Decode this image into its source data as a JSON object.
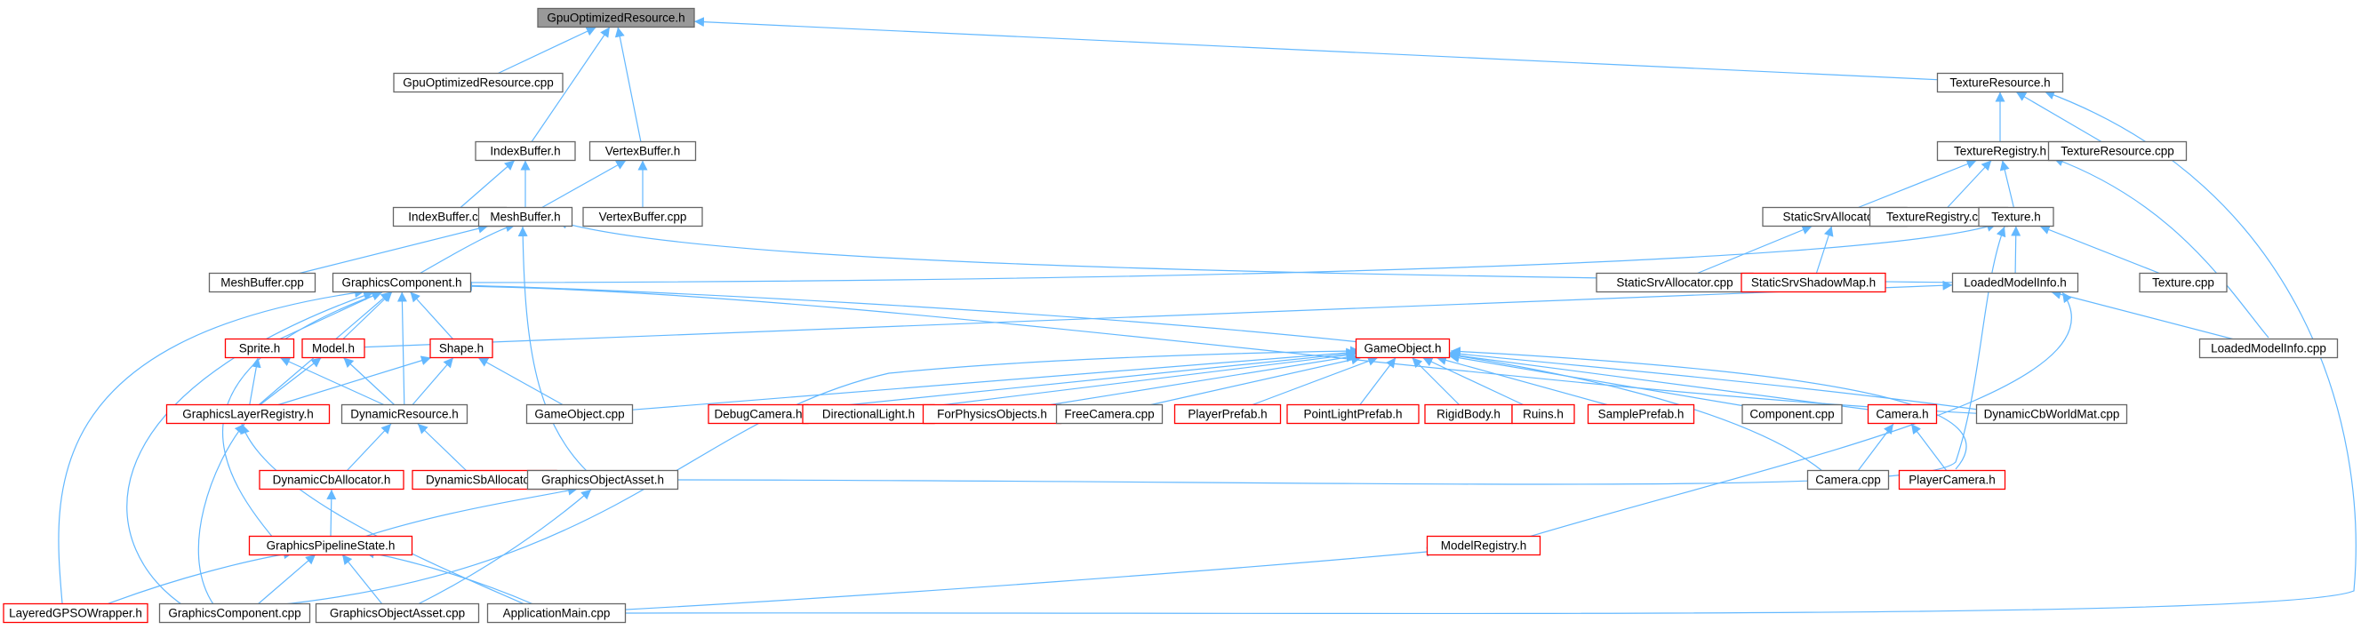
{
  "diagram": {
    "title": "",
    "colors": {
      "edge": "#63b8ff",
      "focus_fill": "#999999",
      "focus_border": "#666666",
      "normal_border": "#666666",
      "truncated_border": "#ff0000"
    },
    "nodes": [
      {
        "id": "gpu_h",
        "label": "GpuOptimizedResource.h",
        "style": "focus"
      },
      {
        "id": "gpu_cpp",
        "label": "GpuOptimizedResource.cpp",
        "style": "normal"
      },
      {
        "id": "texres_h",
        "label": "TextureResource.h",
        "style": "normal"
      },
      {
        "id": "texreg_h",
        "label": "TextureRegistry.h",
        "style": "normal"
      },
      {
        "id": "texres_cpp",
        "label": "TextureResource.cpp",
        "style": "normal"
      },
      {
        "id": "ib_h",
        "label": "IndexBuffer.h",
        "style": "normal"
      },
      {
        "id": "vb_h",
        "label": "VertexBuffer.h",
        "style": "normal"
      },
      {
        "id": "ib_cpp",
        "label": "IndexBuffer.cpp",
        "style": "normal"
      },
      {
        "id": "mb_h",
        "label": "MeshBuffer.h",
        "style": "normal"
      },
      {
        "id": "vb_cpp",
        "label": "VertexBuffer.cpp",
        "style": "normal"
      },
      {
        "id": "ssa_h",
        "label": "StaticSrvAllocator.h",
        "style": "normal"
      },
      {
        "id": "texreg_cpp",
        "label": "TextureRegistry.cpp",
        "style": "normal"
      },
      {
        "id": "tex_h",
        "label": "Texture.h",
        "style": "normal"
      },
      {
        "id": "mb_cpp",
        "label": "MeshBuffer.cpp",
        "style": "normal"
      },
      {
        "id": "gc_h",
        "label": "GraphicsComponent.h",
        "style": "normal"
      },
      {
        "id": "ssa_cpp",
        "label": "StaticSrvAllocator.cpp",
        "style": "normal"
      },
      {
        "id": "sssm_h",
        "label": "StaticSrvShadowMap.h",
        "style": "truncated"
      },
      {
        "id": "lmi_h",
        "label": "LoadedModelInfo.h",
        "style": "normal"
      },
      {
        "id": "tex_cpp",
        "label": "Texture.cpp",
        "style": "normal"
      },
      {
        "id": "sprite_h",
        "label": "Sprite.h",
        "style": "truncated"
      },
      {
        "id": "model_h",
        "label": "Model.h",
        "style": "truncated"
      },
      {
        "id": "shape_h",
        "label": "Shape.h",
        "style": "truncated"
      },
      {
        "id": "go_h",
        "label": "GameObject.h",
        "style": "truncated"
      },
      {
        "id": "lmi_cpp",
        "label": "LoadedModelInfo.cpp",
        "style": "normal"
      },
      {
        "id": "glr_h",
        "label": "GraphicsLayerRegistry.h",
        "style": "truncated"
      },
      {
        "id": "dr_h",
        "label": "DynamicResource.h",
        "style": "normal"
      },
      {
        "id": "go_cpp",
        "label": "GameObject.cpp",
        "style": "normal"
      },
      {
        "id": "dbgcam_h",
        "label": "DebugCamera.h",
        "style": "truncated"
      },
      {
        "id": "dirl_h",
        "label": "DirectionalLight.h",
        "style": "truncated"
      },
      {
        "id": "fpo_h",
        "label": "ForPhysicsObjects.h",
        "style": "truncated"
      },
      {
        "id": "freecam_cpp",
        "label": "FreeCamera.cpp",
        "style": "normal"
      },
      {
        "id": "pp_h",
        "label": "PlayerPrefab.h",
        "style": "truncated"
      },
      {
        "id": "plp_h",
        "label": "PointLightPrefab.h",
        "style": "truncated"
      },
      {
        "id": "rb_h",
        "label": "RigidBody.h",
        "style": "truncated"
      },
      {
        "id": "ruins_h",
        "label": "Ruins.h",
        "style": "truncated"
      },
      {
        "id": "sp_h",
        "label": "SamplePrefab.h",
        "style": "truncated"
      },
      {
        "id": "comp_cpp",
        "label": "Component.cpp",
        "style": "normal"
      },
      {
        "id": "cam_h",
        "label": "Camera.h",
        "style": "truncated"
      },
      {
        "id": "dcwm_cpp",
        "label": "DynamicCbWorldMat.cpp",
        "style": "normal"
      },
      {
        "id": "dca_h",
        "label": "DynamicCbAllocator.h",
        "style": "truncated"
      },
      {
        "id": "dsa_h",
        "label": "DynamicSbAllocator.h",
        "style": "truncated"
      },
      {
        "id": "goa_h",
        "label": "GraphicsObjectAsset.h",
        "style": "normal"
      },
      {
        "id": "cam_cpp",
        "label": "Camera.cpp",
        "style": "normal"
      },
      {
        "id": "pcam_h",
        "label": "PlayerCamera.h",
        "style": "truncated"
      },
      {
        "id": "gps_h",
        "label": "GraphicsPipelineState.h",
        "style": "truncated"
      },
      {
        "id": "mr_h",
        "label": "ModelRegistry.h",
        "style": "truncated"
      },
      {
        "id": "lgw_h",
        "label": "LayeredGPSOWrapper.h",
        "style": "truncated"
      },
      {
        "id": "gc_cpp",
        "label": "GraphicsComponent.cpp",
        "style": "normal"
      },
      {
        "id": "goa_cpp",
        "label": "GraphicsObjectAsset.cpp",
        "style": "normal"
      },
      {
        "id": "am_cpp",
        "label": "ApplicationMain.cpp",
        "style": "normal"
      }
    ],
    "edges": [
      [
        "gpu_cpp",
        "gpu_h"
      ],
      [
        "ib_h",
        "gpu_h"
      ],
      [
        "vb_h",
        "gpu_h"
      ],
      [
        "texres_h",
        "gpu_h"
      ],
      [
        "texreg_h",
        "texres_h"
      ],
      [
        "texres_cpp",
        "texres_h"
      ],
      [
        "am_cpp",
        "texres_h"
      ],
      [
        "ib_cpp",
        "ib_h"
      ],
      [
        "mb_h",
        "ib_h"
      ],
      [
        "mb_h",
        "vb_h"
      ],
      [
        "vb_cpp",
        "vb_h"
      ],
      [
        "mb_cpp",
        "mb_h"
      ],
      [
        "gc_h",
        "mb_h"
      ],
      [
        "lmi_h",
        "mb_h"
      ],
      [
        "goa_h",
        "mb_h"
      ],
      [
        "ssa_h",
        "texreg_h"
      ],
      [
        "texreg_cpp",
        "texreg_h"
      ],
      [
        "tex_h",
        "texreg_h"
      ],
      [
        "lmi_cpp",
        "texreg_h"
      ],
      [
        "ssa_cpp",
        "ssa_h"
      ],
      [
        "sssm_h",
        "ssa_h"
      ],
      [
        "gc_h",
        "tex_h"
      ],
      [
        "lmi_h",
        "tex_h"
      ],
      [
        "tex_cpp",
        "tex_h"
      ],
      [
        "goa_h",
        "tex_h"
      ],
      [
        "lmi_cpp",
        "lmi_h"
      ],
      [
        "model_h",
        "lmi_h"
      ],
      [
        "mr_h",
        "lmi_h"
      ],
      [
        "sprite_h",
        "gc_h"
      ],
      [
        "model_h",
        "gc_h"
      ],
      [
        "shape_h",
        "gc_h"
      ],
      [
        "go_h",
        "gc_h"
      ],
      [
        "glr_h",
        "gc_h"
      ],
      [
        "dr_h",
        "gc_h"
      ],
      [
        "dcwm_cpp",
        "gc_h"
      ],
      [
        "lgw_h",
        "gc_h"
      ],
      [
        "gc_cpp",
        "gc_h"
      ],
      [
        "gps_h",
        "gc_h"
      ],
      [
        "glr_h",
        "sprite_h"
      ],
      [
        "dr_h",
        "sprite_h"
      ],
      [
        "glr_h",
        "model_h"
      ],
      [
        "dr_h",
        "model_h"
      ],
      [
        "glr_h",
        "shape_h"
      ],
      [
        "dr_h",
        "shape_h"
      ],
      [
        "go_cpp",
        "shape_h"
      ],
      [
        "go_cpp",
        "go_h"
      ],
      [
        "dbgcam_h",
        "go_h"
      ],
      [
        "dirl_h",
        "go_h"
      ],
      [
        "fpo_h",
        "go_h"
      ],
      [
        "freecam_cpp",
        "go_h"
      ],
      [
        "pp_h",
        "go_h"
      ],
      [
        "plp_h",
        "go_h"
      ],
      [
        "rb_h",
        "go_h"
      ],
      [
        "ruins_h",
        "go_h"
      ],
      [
        "sp_h",
        "go_h"
      ],
      [
        "comp_cpp",
        "go_h"
      ],
      [
        "cam_h",
        "go_h"
      ],
      [
        "dcwm_cpp",
        "go_h"
      ],
      [
        "cam_cpp",
        "go_h"
      ],
      [
        "pcam_h",
        "go_h"
      ],
      [
        "gc_cpp",
        "go_h"
      ],
      [
        "gc_cpp",
        "glr_h"
      ],
      [
        "am_cpp",
        "glr_h"
      ],
      [
        "dca_h",
        "dr_h"
      ],
      [
        "dsa_h",
        "dr_h"
      ],
      [
        "gps_h",
        "dca_h"
      ],
      [
        "gps_h",
        "goa_h"
      ],
      [
        "goa_cpp",
        "goa_h"
      ],
      [
        "cam_cpp",
        "cam_h"
      ],
      [
        "pcam_h",
        "cam_h"
      ],
      [
        "lgw_h",
        "gps_h"
      ],
      [
        "gc_cpp",
        "gps_h"
      ],
      [
        "goa_cpp",
        "gps_h"
      ],
      [
        "am_cpp",
        "gps_h"
      ],
      [
        "am_cpp",
        "mr_h"
      ]
    ]
  }
}
